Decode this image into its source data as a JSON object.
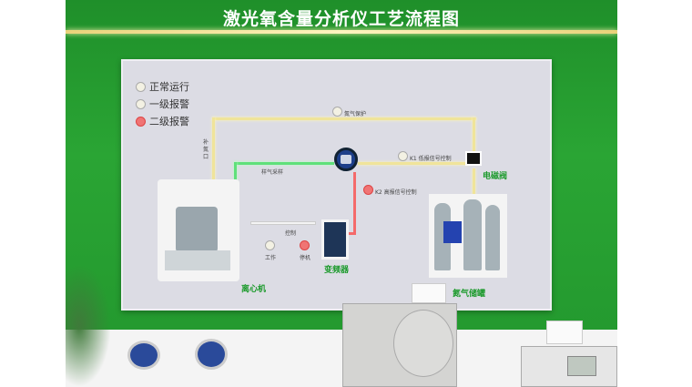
{
  "title": "激光氧含量分析仪工艺流程图",
  "legend": [
    {
      "label": "正常运行",
      "state": "normal"
    },
    {
      "label": "一级报警",
      "state": "level-1"
    },
    {
      "label": "二级报警",
      "state": "level-2"
    }
  ],
  "labels": {
    "nitrogen_protection": "氮气保护",
    "nitrogen_inlet": "补氮口",
    "sample_gas": "样气采样",
    "k1": "K1 低报信号控制",
    "k2": "K2 高报信号控制",
    "solenoid_valve": "电磁阀",
    "control": "控制",
    "work": "工作",
    "stop": "停机",
    "inverter": "变频器",
    "centrifuge": "离心机",
    "nitrogen_tank": "氮气储罐"
  },
  "colors": {
    "background": "#249a2f",
    "board": "#dcdce4",
    "accent_text": "#1c9a2c",
    "alarm": "#f07474"
  }
}
